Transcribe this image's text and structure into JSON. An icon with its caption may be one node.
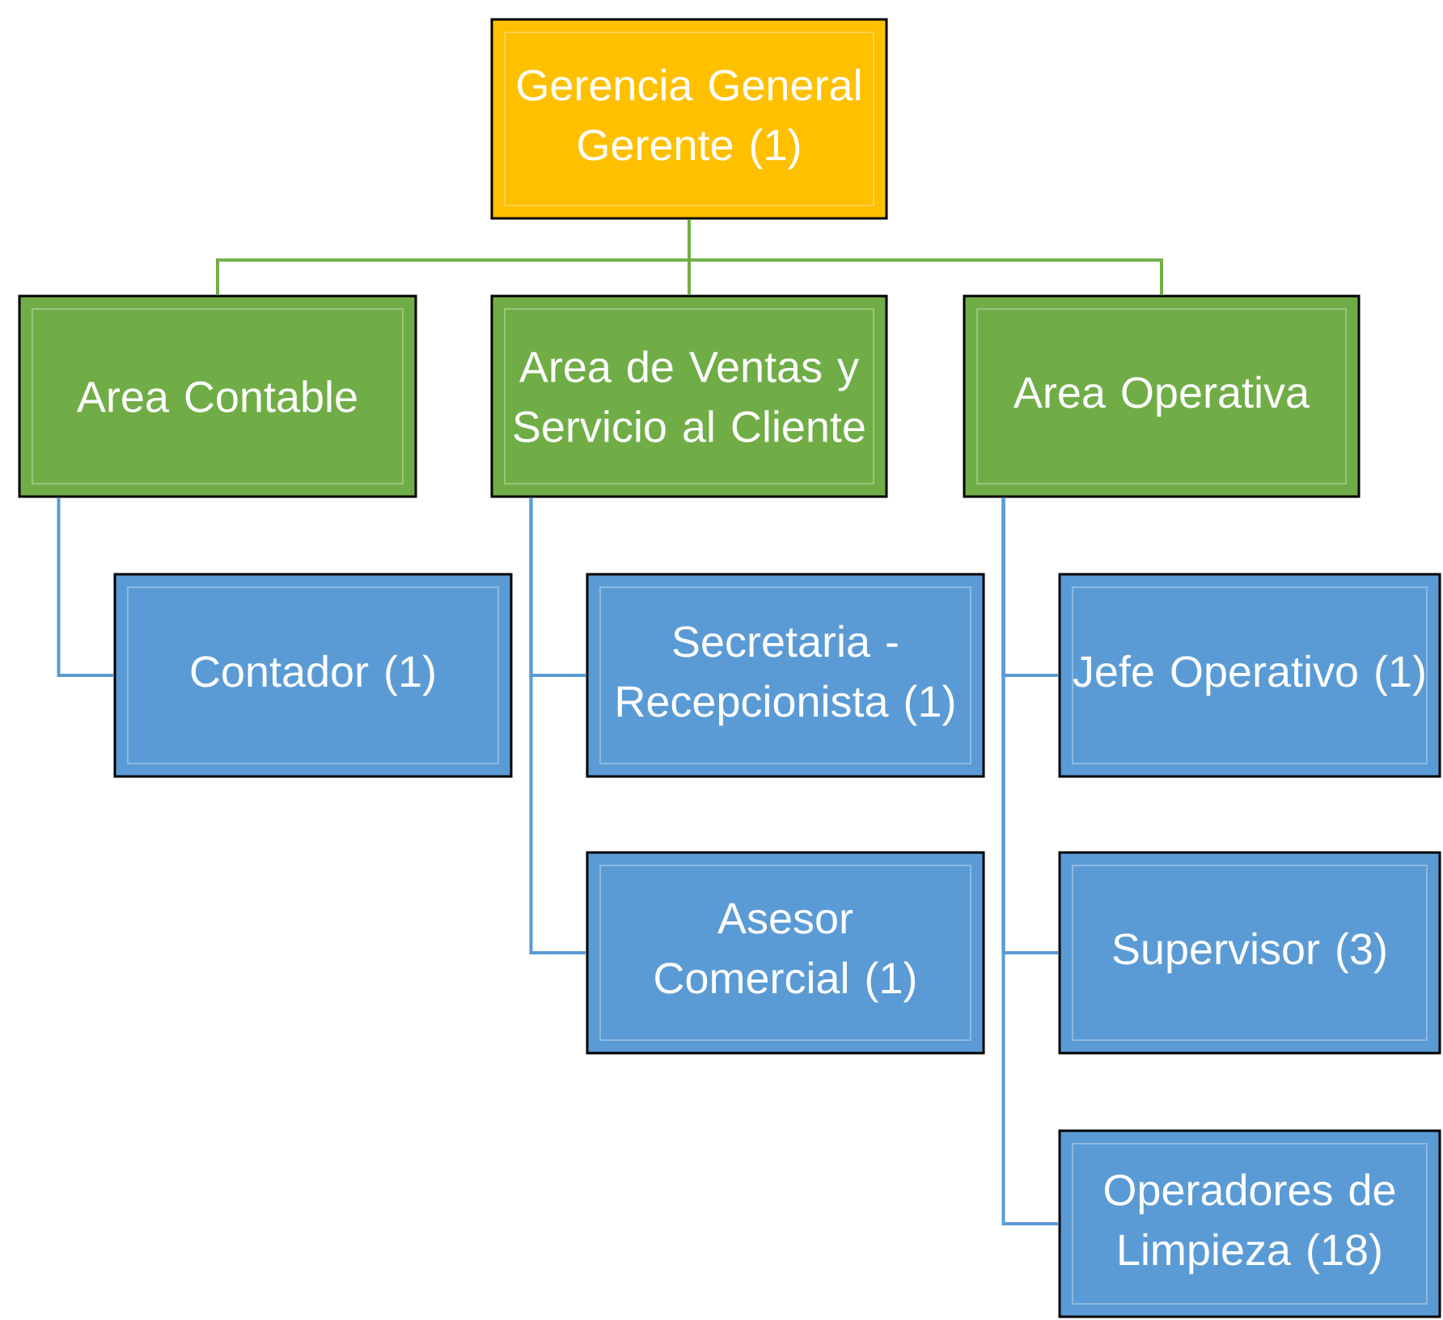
{
  "diagram": {
    "nodes": [
      {
        "text": [
          "Gerencia General Gerente (1)"
        ]
      },
      {
        "text": [
          "Area Contable"
        ]
      },
      {
        "text": [
          "Area de Ventas y Servicio al Cliente"
        ]
      },
      {
        "text": [
          "Area Operativa"
        ]
      },
      {
        "text": [
          "Contador (1)"
        ]
      },
      {
        "text": [
          "Secretaria - Recepcionista (1)"
        ]
      },
      {
        "text": [
          "Asesor Comercial (1)"
        ]
      },
      {
        "text": [
          "Jefe Operativo (1)"
        ]
      },
      {
        "text": [
          "Supervisor (3)"
        ]
      },
      {
        "text": [
          "Operadores de Limpieza (18)"
        ]
      }
    ],
    "edges": [
      {
        "from": 0,
        "to": 1,
        "arrow": "none",
        "color": "#70ad47"
      },
      {
        "from": 0,
        "to": 2,
        "arrow": "none",
        "color": "#70ad47"
      },
      {
        "from": 0,
        "to": 3,
        "arrow": "none",
        "color": "#70ad47"
      },
      {
        "from": 1,
        "to": 4,
        "arrow": "none"
      },
      {
        "from": 2,
        "to": 5,
        "arrow": "none"
      },
      {
        "from": 2,
        "to": 6,
        "arrow": "none"
      },
      {
        "from": 3,
        "to": 7,
        "arrow": "none"
      },
      {
        "from": 3,
        "to": 8,
        "arrow": "none"
      },
      {
        "from": 3,
        "to": 9,
        "arrow": "none"
      }
    ]
  }
}
